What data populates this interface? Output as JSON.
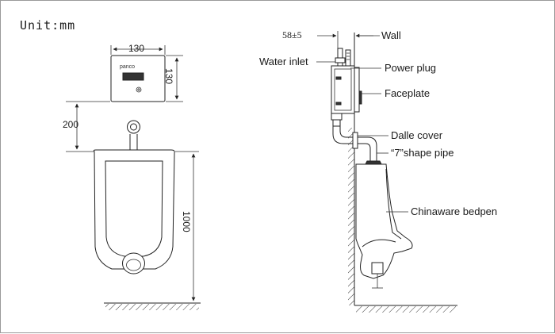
{
  "unit_label": "Unit:mm",
  "brand_label": "panco",
  "front_view": {
    "faceplate_width": "130",
    "faceplate_height": "130",
    "height_above_urinal": "200",
    "urinal_height": "1000"
  },
  "side_view": {
    "wall_offset": "58±5",
    "callouts": {
      "wall": "Wall",
      "water_inlet": "Water inlet",
      "power_plug": "Power plug",
      "faceplate": "Faceplate",
      "dalle_cover": "Dalle cover",
      "shape_pipe": "“7”shape pipe",
      "chinaware_bedpen": "Chinaware bedpen"
    }
  }
}
